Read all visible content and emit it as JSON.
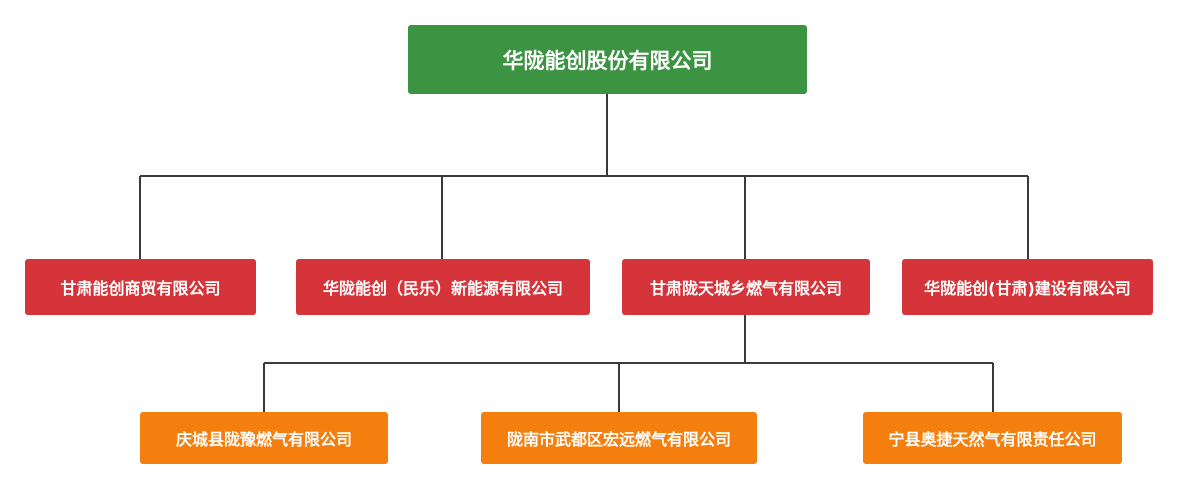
{
  "colors": {
    "root": "#3c9443",
    "level1": "#d5353a",
    "level2": "#f57f0e",
    "connector": "#3a3a3a"
  },
  "org": {
    "root": {
      "label": "华陇能创股份有限公司"
    },
    "level1": [
      {
        "label": "甘肃能创商贸有限公司"
      },
      {
        "label": "华陇能创（民乐）新能源有限公司"
      },
      {
        "label": "甘肃陇天城乡燃气有限公司"
      },
      {
        "label": "华陇能创(甘肃)建设有限公司"
      }
    ],
    "level2": [
      {
        "label": "庆城县陇豫燃气有限公司"
      },
      {
        "label": "陇南市武都区宏远燃气有限公司"
      },
      {
        "label": "宁县奥捷天然气有限责任公司"
      }
    ]
  }
}
